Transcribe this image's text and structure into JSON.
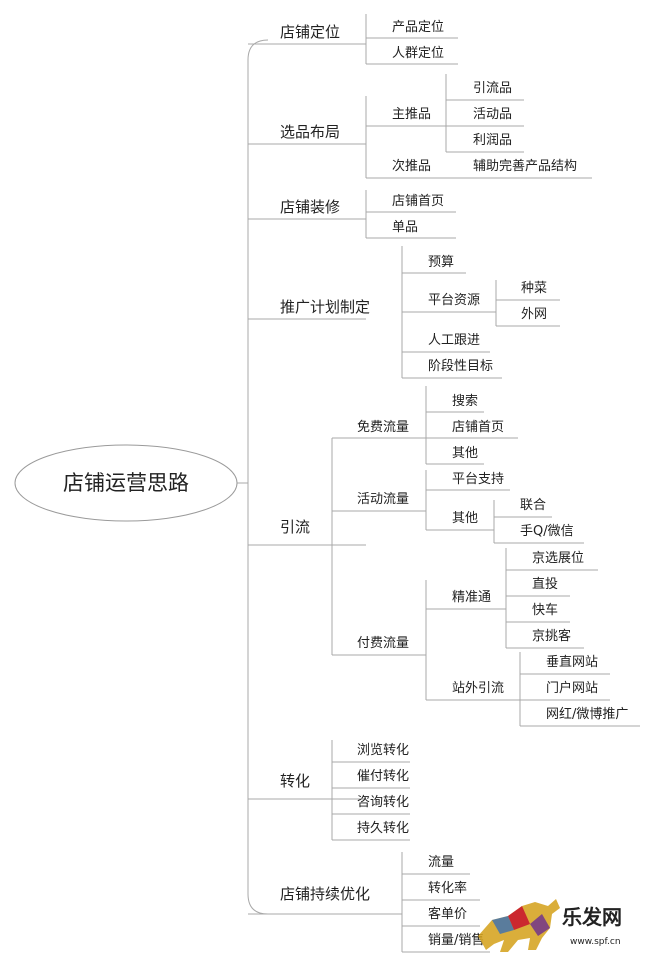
{
  "center": {
    "label": "店铺运营思路"
  },
  "branches": [
    {
      "label": "店铺定位",
      "children": [
        {
          "label": "产品定位"
        },
        {
          "label": "人群定位"
        }
      ]
    },
    {
      "label": "选品布局",
      "children": [
        {
          "label": "主推品",
          "children": [
            {
              "label": "引流品"
            },
            {
              "label": "活动品"
            },
            {
              "label": "利润品"
            }
          ]
        },
        {
          "label": "次推品",
          "children": [
            {
              "label": "辅助完善产品结构"
            }
          ]
        }
      ]
    },
    {
      "label": "店铺装修",
      "children": [
        {
          "label": "店铺首页"
        },
        {
          "label": "单品"
        }
      ]
    },
    {
      "label": "推广计划制定",
      "children": [
        {
          "label": "预算"
        },
        {
          "label": "平台资源",
          "children": [
            {
              "label": "种菜"
            },
            {
              "label": "外网"
            }
          ]
        },
        {
          "label": "人工跟进"
        },
        {
          "label": "阶段性目标"
        }
      ]
    },
    {
      "label": "引流",
      "children": [
        {
          "label": "免费流量",
          "children": [
            {
              "label": "搜索"
            },
            {
              "label": "店铺首页"
            },
            {
              "label": "其他"
            }
          ]
        },
        {
          "label": "活动流量",
          "children": [
            {
              "label": "平台支持"
            },
            {
              "label": "其他",
              "children": [
                {
                  "label": "联合"
                },
                {
                  "label": "手Q/微信"
                }
              ]
            }
          ]
        },
        {
          "label": "付费流量",
          "children": [
            {
              "label": "精准通",
              "children": [
                {
                  "label": "京选展位"
                },
                {
                  "label": "直投"
                },
                {
                  "label": "快车"
                },
                {
                  "label": "京挑客"
                }
              ]
            },
            {
              "label": "站外引流",
              "children": [
                {
                  "label": "垂直网站"
                },
                {
                  "label": "门户网站"
                },
                {
                  "label": "网红/微博推广"
                }
              ]
            }
          ]
        }
      ]
    },
    {
      "label": "转化",
      "children": [
        {
          "label": "浏览转化"
        },
        {
          "label": "催付转化"
        },
        {
          "label": "咨询转化"
        },
        {
          "label": "持久转化"
        }
      ]
    },
    {
      "label": "店铺持续优化",
      "children": [
        {
          "label": "流量"
        },
        {
          "label": "转化率"
        },
        {
          "label": "客单价"
        },
        {
          "label": "销量/销售"
        }
      ]
    }
  ],
  "watermark": {
    "text": "乐发网",
    "url": "www.spf.cn",
    "color": "#c8102e"
  },
  "colors": {
    "line": "#a8a8a8",
    "text": "#222222"
  }
}
